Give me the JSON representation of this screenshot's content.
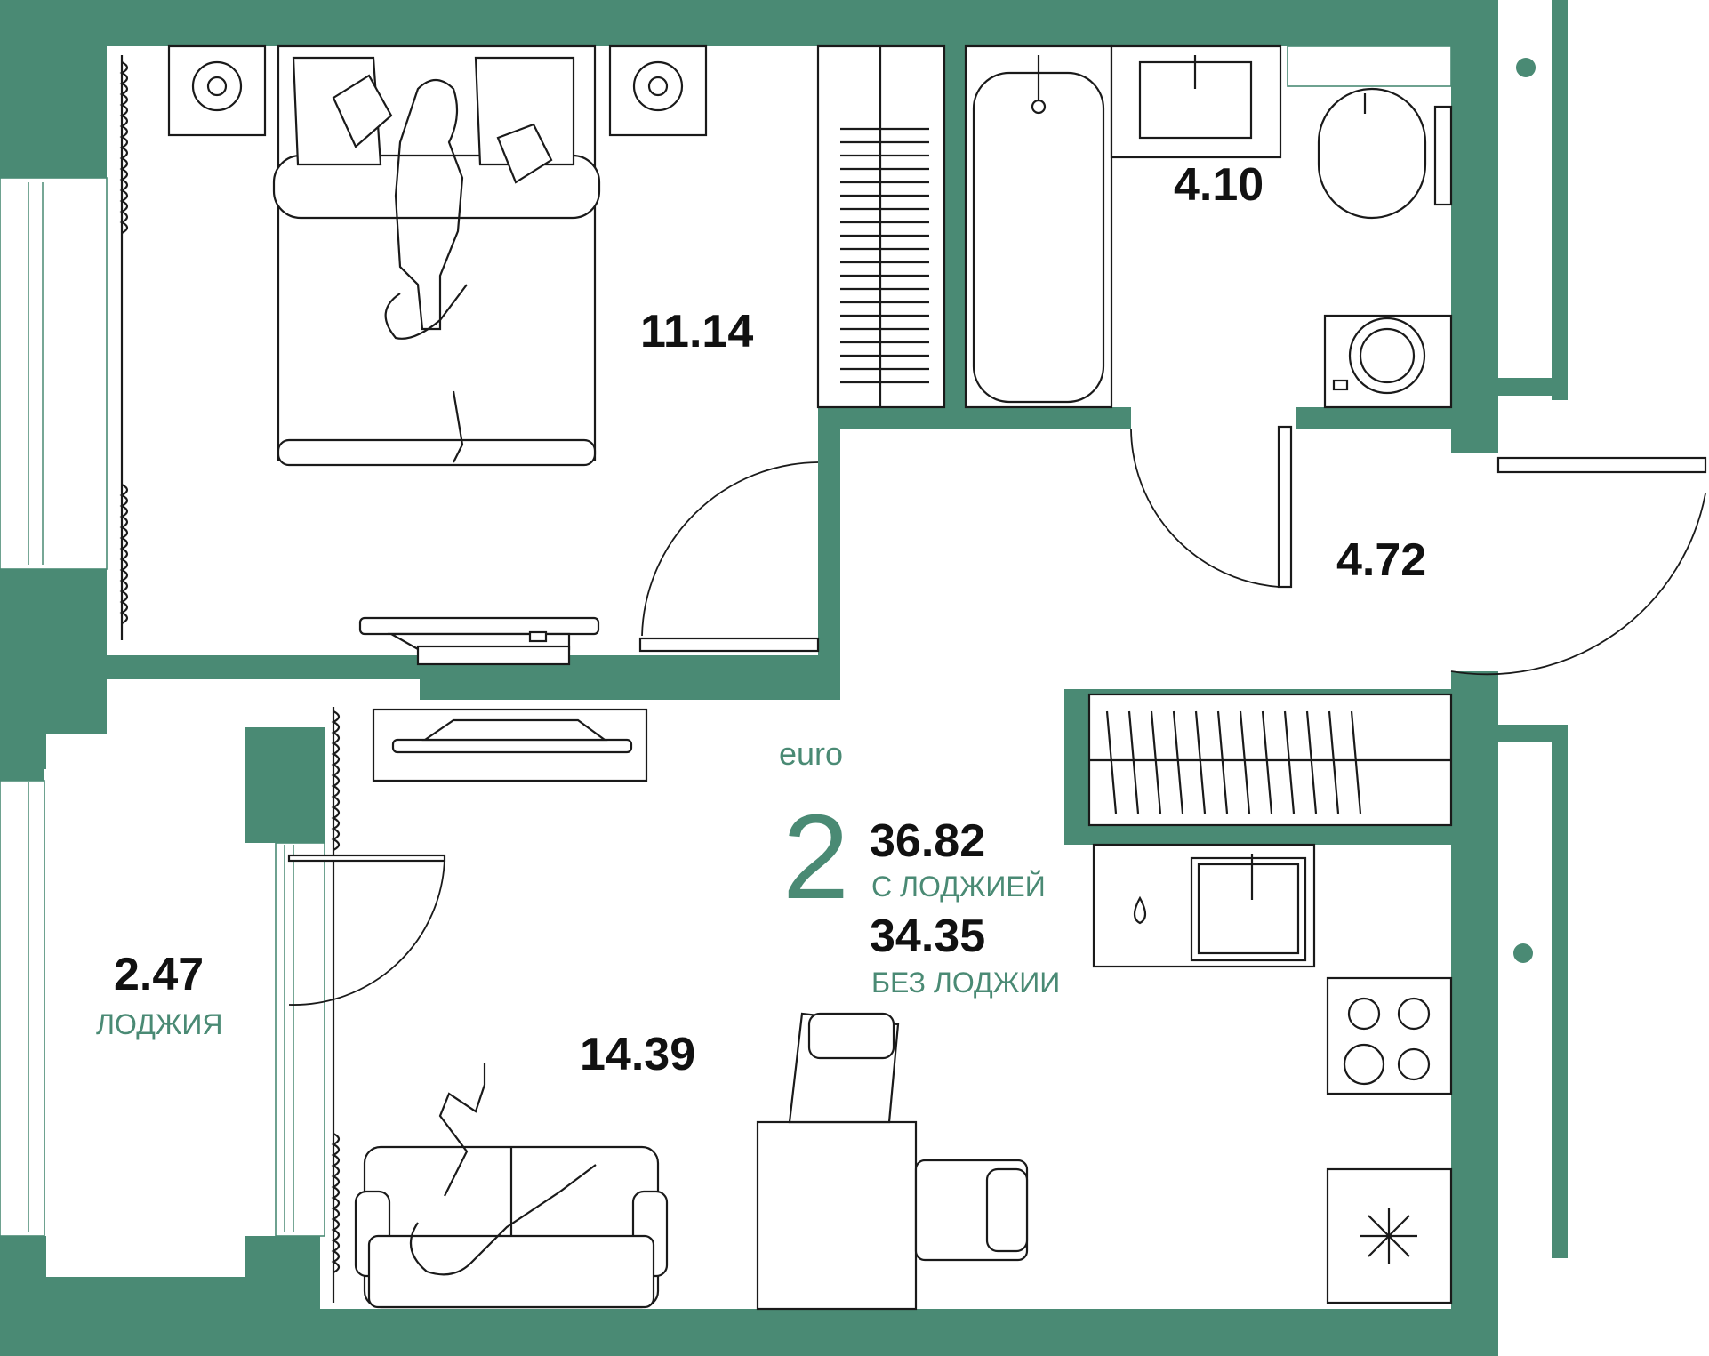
{
  "colors": {
    "wall": "#4a8a74",
    "accent_text": "#4a8a74",
    "ink": "#111111",
    "background": "#ffffff"
  },
  "apartment": {
    "type_label": "euro",
    "rooms_count": "2",
    "area_with_loggia": "36.82",
    "with_loggia_label": "С ЛОДЖИЕЙ",
    "area_without_loggia": "34.35",
    "without_loggia_label": "БЕЗ ЛОДЖИИ"
  },
  "rooms": {
    "bedroom": {
      "area": "11.14"
    },
    "bathroom": {
      "area": "4.10"
    },
    "hallway": {
      "area": "4.72"
    },
    "living_kitchen": {
      "area": "14.39"
    },
    "loggia": {
      "area": "2.47",
      "label": "ЛОДЖИЯ"
    }
  },
  "icons": {
    "fridge": "snowflake-icon",
    "sink": "water-drop-icon"
  }
}
